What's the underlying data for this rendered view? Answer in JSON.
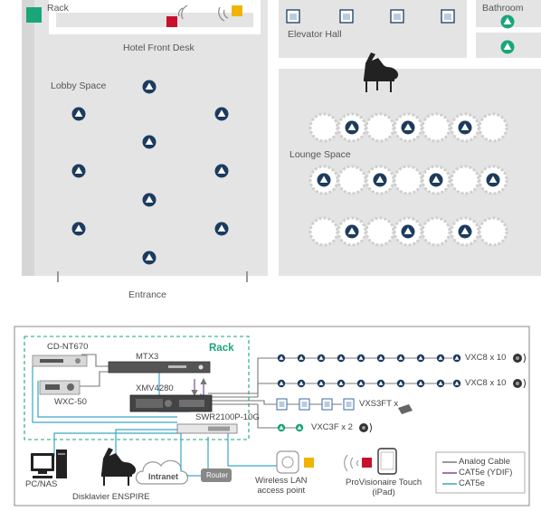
{
  "floor": {
    "rack": "Rack",
    "bathroom": "Bathroom",
    "elevator_hall": "Elevator Hall",
    "front_desk": "Hotel Front Desk",
    "lobby": "Lobby Space",
    "lounge": "Lounge Space",
    "entrance": "Entrance"
  },
  "diagram": {
    "rack_title": "Rack",
    "cd": "CD-NT670",
    "wxc": "WXC-50",
    "mtx": "MTX3",
    "xmv": "XMV4280",
    "swr": "SWR2100P-10G",
    "row1": "VXC8 x 10",
    "row2": "VXC8 x 10",
    "row3": "VXS3FT x",
    "row4": "VXC3F x 2",
    "pc": "PC/NAS",
    "piano": "Disklavier ENSPIRE",
    "intranet": "Intranet",
    "router": "Router",
    "wlan": "Wireless LAN\naccess point",
    "ipad": "ProVisionaire Touch\n(iPad)",
    "legend": {
      "analog": "Analog Cable",
      "ydif": "CAT5e (YDIF)",
      "cat5e": "CAT5e"
    }
  },
  "colors": {
    "speaker": "#1c3b5e",
    "green": "#1aa57a",
    "yellow": "#f0b400",
    "red": "#c8102e",
    "cat5e": "#3aa6c8",
    "ydif": "#7b4a9c",
    "analog": "#777777"
  }
}
